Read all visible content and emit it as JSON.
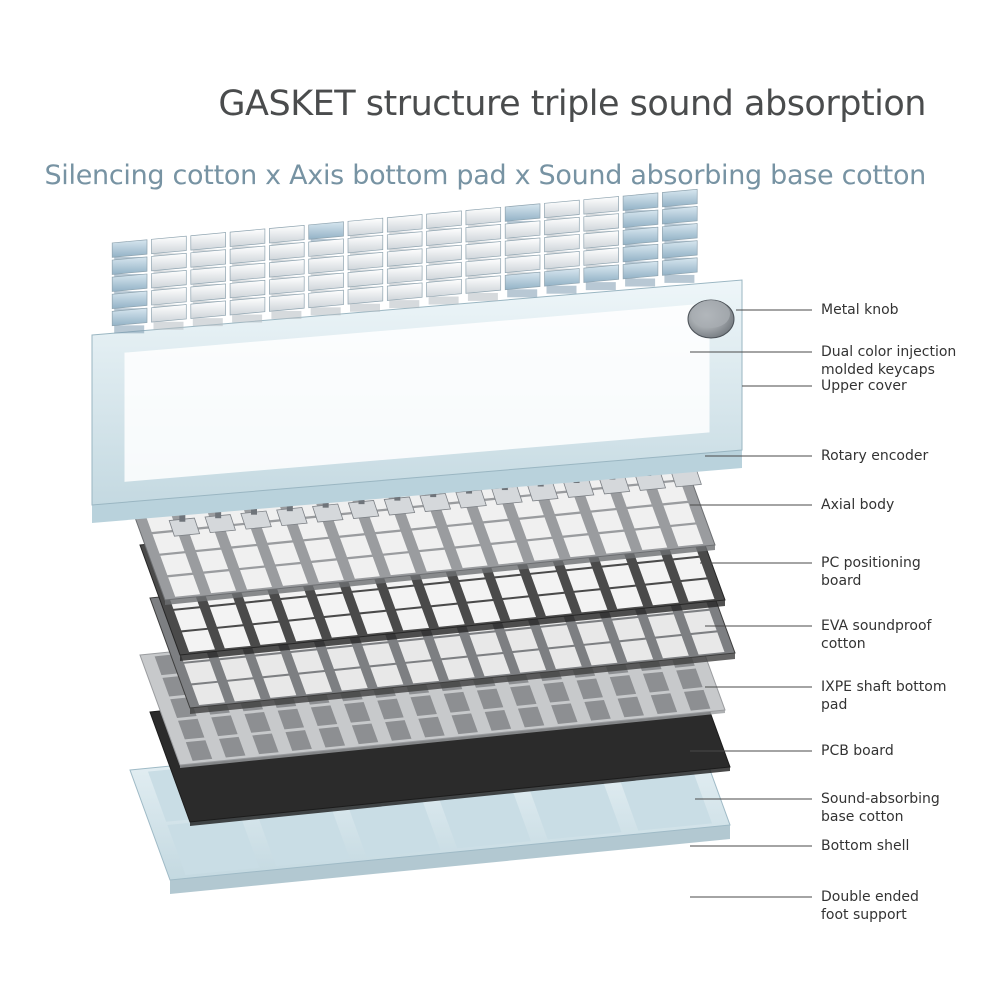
{
  "header": {
    "title": "GASKET structure triple sound absorption",
    "subtitle": "Silencing cotton x Axis bottom pad x Sound absorbing base cotton"
  },
  "labels": [
    "Metal knob",
    "Dual color injection\nmolded keycaps",
    "Upper cover",
    "Rotary encoder",
    "Axial body",
    "PC positioning\nboard",
    "EVA soundproof\ncotton",
    "IXPE shaft bottom\npad",
    "PCB board",
    "Sound-absorbing\nbase cotton",
    "Bottom shell",
    "Double ended\nfoot support"
  ],
  "colors": {
    "title": "#4a4c4d",
    "subtitle": "#7793a3",
    "keycap_blue": "#a9c3d4",
    "keycap_white": "#eef0f2",
    "frame": "#dbe9ee",
    "eva": "#4a4a4a",
    "cotton": "#2a2a2a"
  }
}
